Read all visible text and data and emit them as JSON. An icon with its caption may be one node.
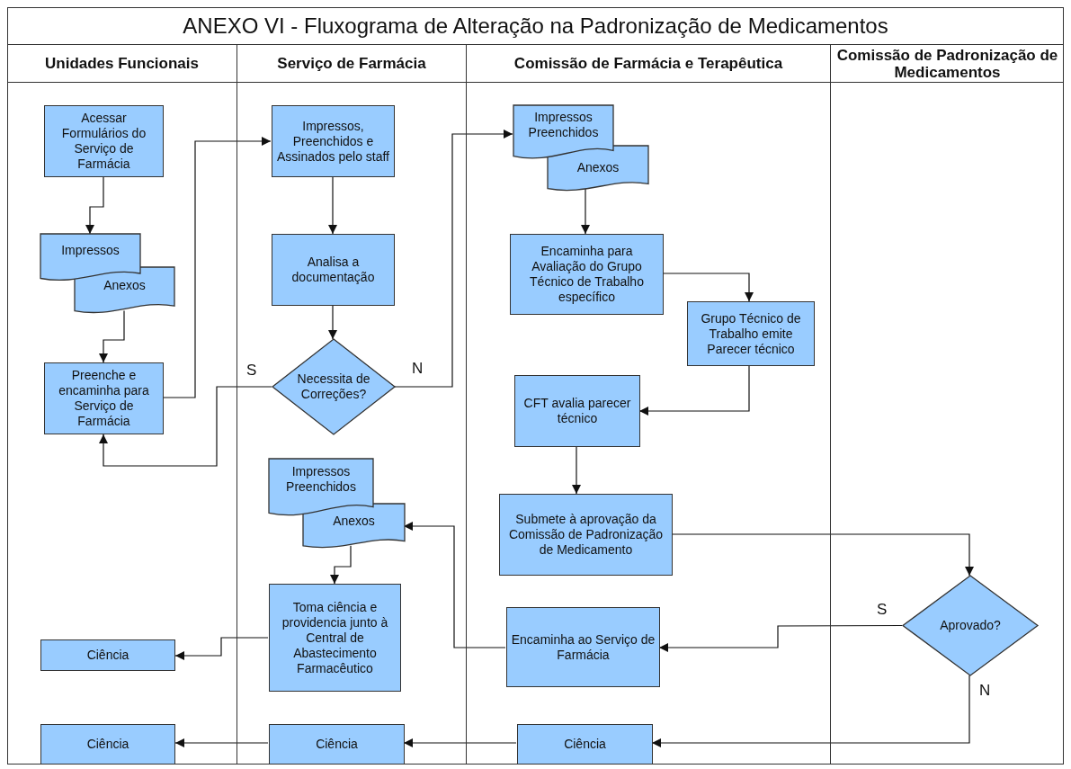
{
  "diagram": {
    "title": "ANEXO VI - Fluxograma de Alteração na Padronização de Medicamentos",
    "nodes": [
      {
        "text": [
          "Unidades Funcionais"
        ]
      },
      {
        "text": [
          "Serviço de Farmácia"
        ]
      },
      {
        "text": [
          "Comissão de Farmácia e Terapêutica"
        ]
      },
      {
        "text": [
          "Comissão de Padronização de Medicamentos"
        ]
      },
      {
        "text": [
          "Acessar Formulários do Serviço de Farmácia"
        ],
        "in": 0
      },
      {
        "text": [
          "Impressos"
        ],
        "in": 0
      },
      {
        "text": [
          "Anexos"
        ],
        "in": 0
      },
      {
        "text": [
          "Preenche e encaminha para Serviço de Farmácia"
        ],
        "in": 0
      },
      {
        "text": [
          "Impressos, Preenchidos e Assinados pelo staff"
        ],
        "in": 1
      },
      {
        "text": [
          "Analisa a documentação"
        ],
        "in": 1
      },
      {
        "text": [
          "Necessita de Correções?"
        ],
        "in": 1
      },
      {
        "text": [
          "Impressos Preenchidos"
        ],
        "in": 2
      },
      {
        "text": [
          "Anexos"
        ],
        "in": 2
      },
      {
        "text": [
          "Encaminha para Avaliação do Grupo Técnico de Trabalho específico"
        ],
        "in": 2
      },
      {
        "text": [
          "Grupo Técnico de Trabalho emite Parecer técnico"
        ],
        "in": 2
      },
      {
        "text": [
          "CFT avalia parecer técnico"
        ],
        "in": 2
      },
      {
        "text": [
          "Submete à aprovação da Comissão de Padronização de Medicamento"
        ],
        "in": 2
      },
      {
        "text": [
          "Aprovado?"
        ],
        "in": 3
      },
      {
        "text": [
          "Encaminha ao Serviço de Farmácia"
        ],
        "in": 2
      },
      {
        "text": [
          "Impressos Preenchidos"
        ],
        "in": 1
      },
      {
        "text": [
          "Anexos"
        ],
        "in": 1
      },
      {
        "text": [
          "Toma ciência e providencia junto à Central de Abastecimento Farmacêutico"
        ],
        "in": 1
      },
      {
        "text": [
          "Ciência"
        ],
        "in": 0
      },
      {
        "text": [
          "Ciência"
        ],
        "in": 0
      },
      {
        "text": [
          "Ciência"
        ],
        "in": 1
      },
      {
        "text": [
          "Ciência"
        ],
        "in": 2
      }
    ],
    "edges": [
      {
        "from": 4,
        "to": 5,
        "arrow": "to"
      },
      {
        "from": 6,
        "to": 7,
        "arrow": "to"
      },
      {
        "from": 7,
        "to": 8,
        "arrow": "to"
      },
      {
        "from": 8,
        "to": 9,
        "arrow": "to"
      },
      {
        "from": 9,
        "to": 10,
        "arrow": "to"
      },
      {
        "from": 10,
        "to": 7,
        "arrow": "to",
        "label": "S"
      },
      {
        "from": 10,
        "to": 11,
        "arrow": "to",
        "label": "N"
      },
      {
        "from": 12,
        "to": 13,
        "arrow": "to"
      },
      {
        "from": 13,
        "to": 14,
        "arrow": "to"
      },
      {
        "from": 14,
        "to": 15,
        "arrow": "to"
      },
      {
        "from": 15,
        "to": 16,
        "arrow": "to"
      },
      {
        "from": 16,
        "to": 17,
        "arrow": "to"
      },
      {
        "from": 17,
        "to": 18,
        "arrow": "to",
        "label": "S"
      },
      {
        "from": 17,
        "to": 25,
        "arrow": "to",
        "label": "N"
      },
      {
        "from": 18,
        "to": 20,
        "arrow": "to"
      },
      {
        "from": 20,
        "to": 21,
        "arrow": "to"
      },
      {
        "from": 21,
        "to": 22,
        "arrow": "to"
      },
      {
        "from": 25,
        "to": 24,
        "arrow": "to"
      },
      {
        "from": 24,
        "to": 23,
        "arrow": "to"
      }
    ]
  }
}
